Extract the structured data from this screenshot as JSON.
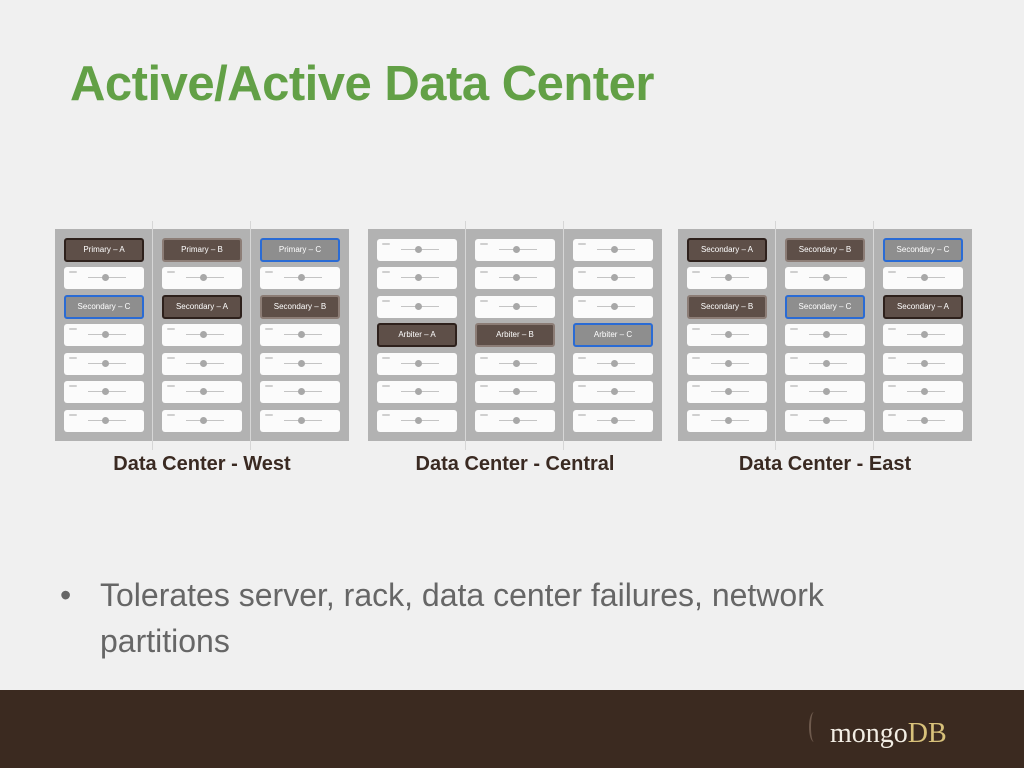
{
  "title": "Active/Active Data Center",
  "data_centers": [
    {
      "label": "Data Center - West",
      "racks": [
        {
          "nodes": [
            {
              "slot": 0,
              "label": "Primary – A",
              "style": "dark"
            },
            {
              "slot": 2,
              "label": "Secondary – C",
              "style": "blue"
            }
          ]
        },
        {
          "nodes": [
            {
              "slot": 0,
              "label": "Primary – B",
              "style": "plain"
            },
            {
              "slot": 2,
              "label": "Secondary – A",
              "style": "dark"
            }
          ]
        },
        {
          "nodes": [
            {
              "slot": 0,
              "label": "Primary – C",
              "style": "blue"
            },
            {
              "slot": 2,
              "label": "Secondary – B",
              "style": "plain"
            }
          ]
        }
      ]
    },
    {
      "label": "Data Center - Central",
      "racks": [
        {
          "nodes": [
            {
              "slot": 3,
              "label": "Arbiter – A",
              "style": "dark"
            }
          ]
        },
        {
          "nodes": [
            {
              "slot": 3,
              "label": "Arbiter – B",
              "style": "plain"
            }
          ]
        },
        {
          "nodes": [
            {
              "slot": 3,
              "label": "Arbiter – C",
              "style": "blue"
            }
          ]
        }
      ]
    },
    {
      "label": "Data Center - East",
      "racks": [
        {
          "nodes": [
            {
              "slot": 0,
              "label": "Secondary – A",
              "style": "dark"
            },
            {
              "slot": 2,
              "label": "Secondary – B",
              "style": "plain"
            }
          ]
        },
        {
          "nodes": [
            {
              "slot": 0,
              "label": "Secondary – B",
              "style": "plain"
            },
            {
              "slot": 2,
              "label": "Secondary – C",
              "style": "blue"
            }
          ]
        },
        {
          "nodes": [
            {
              "slot": 0,
              "label": "Secondary – C",
              "style": "blue"
            },
            {
              "slot": 2,
              "label": "Secondary – A",
              "style": "dark"
            }
          ]
        }
      ]
    }
  ],
  "bullets": [
    "Tolerates server, rack, data center failures, network partitions"
  ],
  "footer": {
    "logo_main": "mongo",
    "logo_accent": "DB"
  }
}
